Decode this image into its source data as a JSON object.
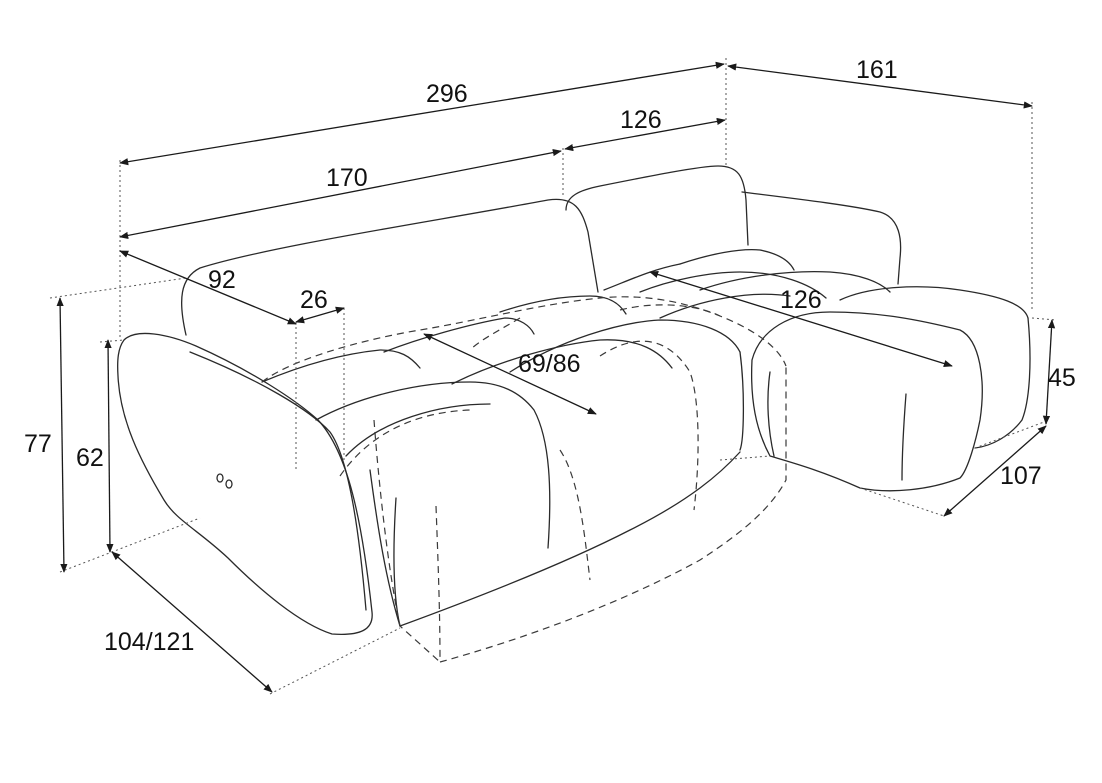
{
  "diagram": {
    "dimensions": {
      "total_length": "296",
      "chaise_depth": "161",
      "sofa_section_length": "170",
      "chaise_section_width": "126",
      "sofa_back_height_depth": "92",
      "backrest_thickness": "26",
      "chaise_seat_length": "126",
      "seat_depth": "69/86",
      "total_height": "77",
      "armrest_height": "62",
      "seat_height": "45",
      "chaise_width": "107",
      "sofa_depth": "104/121"
    }
  }
}
